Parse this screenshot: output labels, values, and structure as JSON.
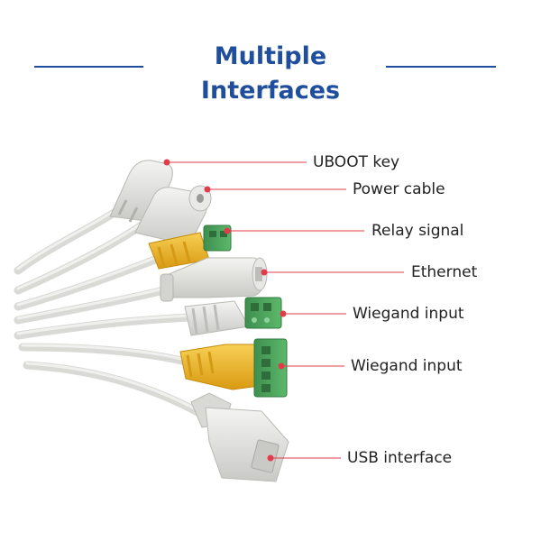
{
  "title": {
    "line1": "Multiple",
    "line2": "Interfaces"
  },
  "colors": {
    "title": "#1f4e9c",
    "leader_line": "#e23c4a",
    "cable": "#dfe0dc",
    "yellow_connector": "#f0b82c",
    "green_terminal": "#4aa15a"
  },
  "labels": [
    "UBOOT key",
    "Power cable",
    "Relay signal",
    "Ethernet",
    "Wiegand input",
    "Wiegand input",
    "USB interface"
  ]
}
